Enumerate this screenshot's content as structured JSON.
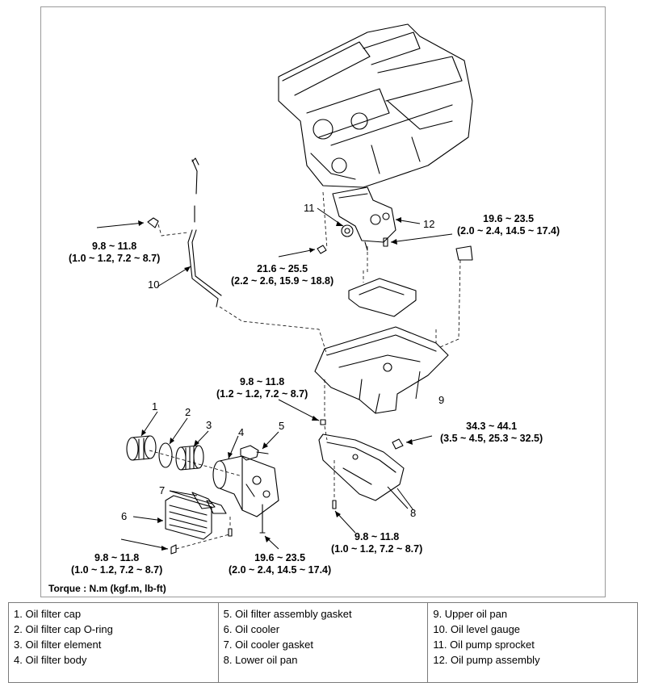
{
  "torque_note": "Torque : N.m (kgf.m, lb-ft)",
  "callout_numbers": {
    "n1": "1",
    "n2": "2",
    "n3": "3",
    "n4": "4",
    "n5": "5",
    "n6": "6",
    "n7": "7",
    "n8": "8",
    "n9": "9",
    "n10": "10",
    "n11": "11",
    "n12": "12"
  },
  "torque_specs": {
    "gauge_bolt": {
      "range": "9.8 ~ 11.8",
      "detail": "(1.0 ~ 1.2, 7.2 ~ 8.7)"
    },
    "pump_bolt": {
      "range": "19.6 ~ 23.5",
      "detail": "(2.0 ~ 2.4, 14.5 ~ 17.4)"
    },
    "sprocket_bolt": {
      "range": "21.6 ~ 25.5",
      "detail": "(2.2 ~ 2.6, 15.9 ~ 18.8)"
    },
    "upper_pan_bolt": {
      "range": "9.8 ~ 11.8",
      "detail": "(1.2 ~ 1.2, 7.2 ~ 8.7)"
    },
    "drain_plug": {
      "range": "34.3 ~ 44.1",
      "detail": "(3.5 ~ 4.5, 25.3 ~ 32.5)"
    },
    "lower_pan_bolt": {
      "range": "9.8 ~ 11.8",
      "detail": "(1.0 ~ 1.2, 7.2 ~ 8.7)"
    },
    "cooler_bolt": {
      "range": "9.8 ~ 11.8",
      "detail": "(1.0 ~ 1.2, 7.2 ~ 8.7)"
    },
    "filter_body_bolt": {
      "range": "19.6 ~ 23.5",
      "detail": "(2.0 ~ 2.4, 14.5 ~ 17.4)"
    }
  },
  "legend": {
    "col1": [
      "1. Oil filter cap",
      "2. Oil filter cap O-ring",
      "3. Oil filter element",
      "4. Oil filter body"
    ],
    "col2": [
      "5. Oil filter assembly gasket",
      "6. Oil cooler",
      "7. Oil cooler gasket",
      "8. Lower oil pan"
    ],
    "col3": [
      "9. Upper oil pan",
      "10. Oil level gauge",
      "11. Oil pump sprocket",
      "12. Oil pump assembly"
    ]
  }
}
